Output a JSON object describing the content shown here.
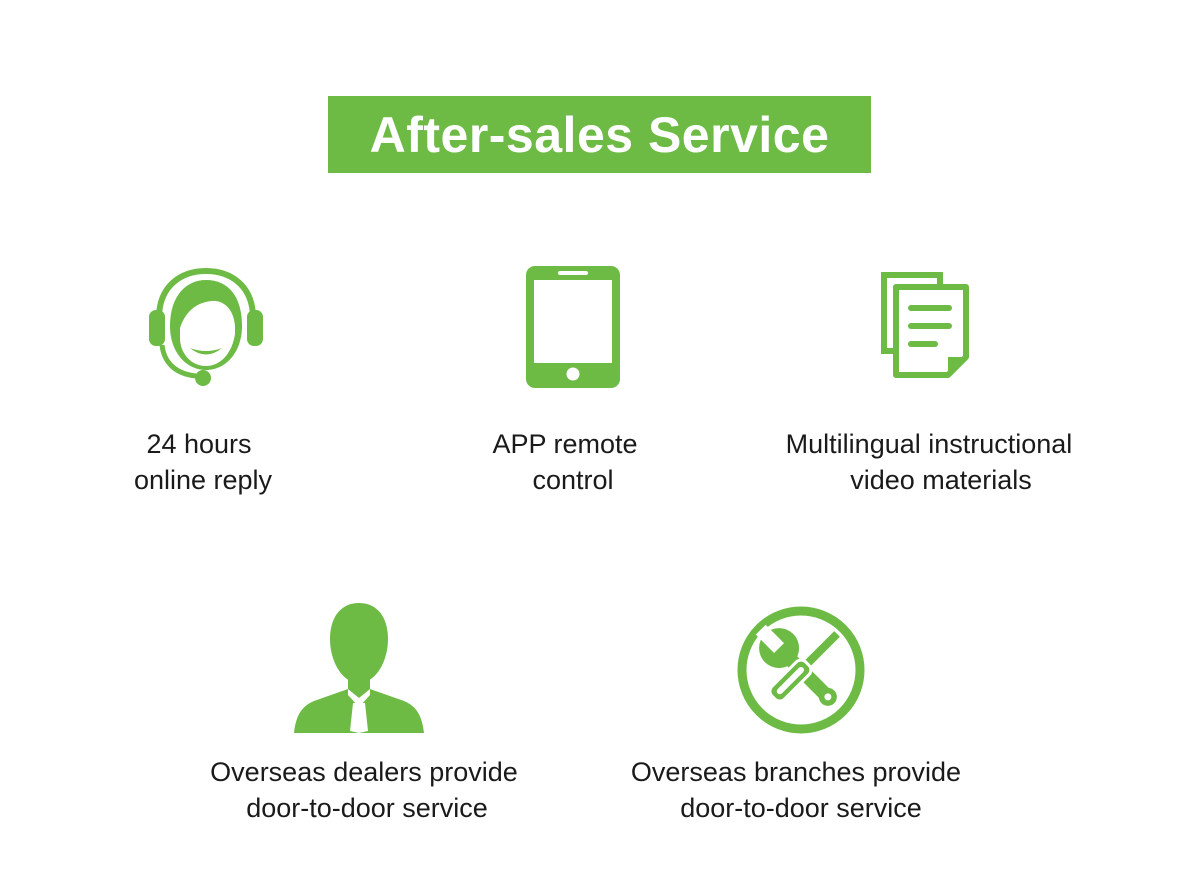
{
  "title": "After-sales Service",
  "accent_color": "#6dbb45",
  "services": [
    {
      "icon": "headset-agent-icon",
      "line1": "24 hours",
      "line2": "online reply"
    },
    {
      "icon": "tablet-icon",
      "line1": "APP remote",
      "line2": "control"
    },
    {
      "icon": "documents-icon",
      "line1": "Multilingual instructional",
      "line2": "video materials"
    },
    {
      "icon": "person-silhouette-icon",
      "line1": "Overseas dealers provide",
      "line2": "door-to-door service"
    },
    {
      "icon": "tools-wrench-screwdriver-icon",
      "line1": "Overseas branches provide",
      "line2": "door-to-door service"
    }
  ]
}
